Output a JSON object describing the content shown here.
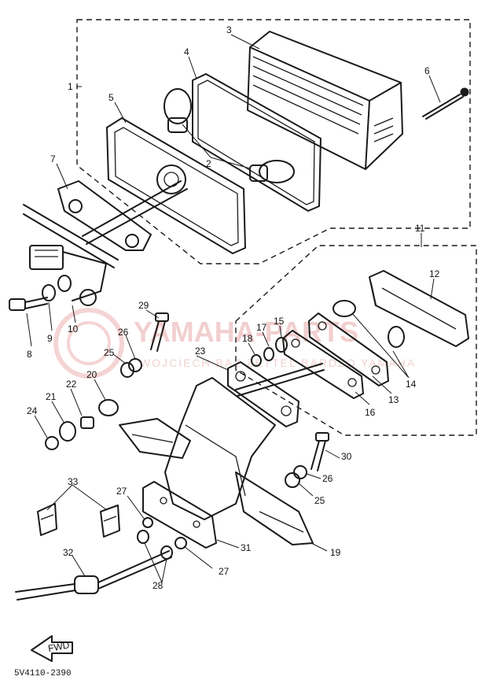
{
  "diagram": {
    "callouts": [
      "1",
      "2",
      "3",
      "4",
      "5",
      "6",
      "7",
      "8",
      "9",
      "10",
      "11",
      "12",
      "13",
      "14",
      "15",
      "16",
      "17",
      "18",
      "19",
      "20",
      "21",
      "22",
      "23",
      "24",
      "25",
      "25",
      "26",
      "26",
      "27",
      "27",
      "28",
      "29",
      "30",
      "31",
      "32",
      "33"
    ],
    "reference_code": "5V4110-2390",
    "fwd_label": "FWD",
    "watermark": {
      "brand": "YAMAHA-PARTS",
      "line2": "WOJCIECH BAZ ZETTEL BARDZO YAMAHA"
    }
  }
}
